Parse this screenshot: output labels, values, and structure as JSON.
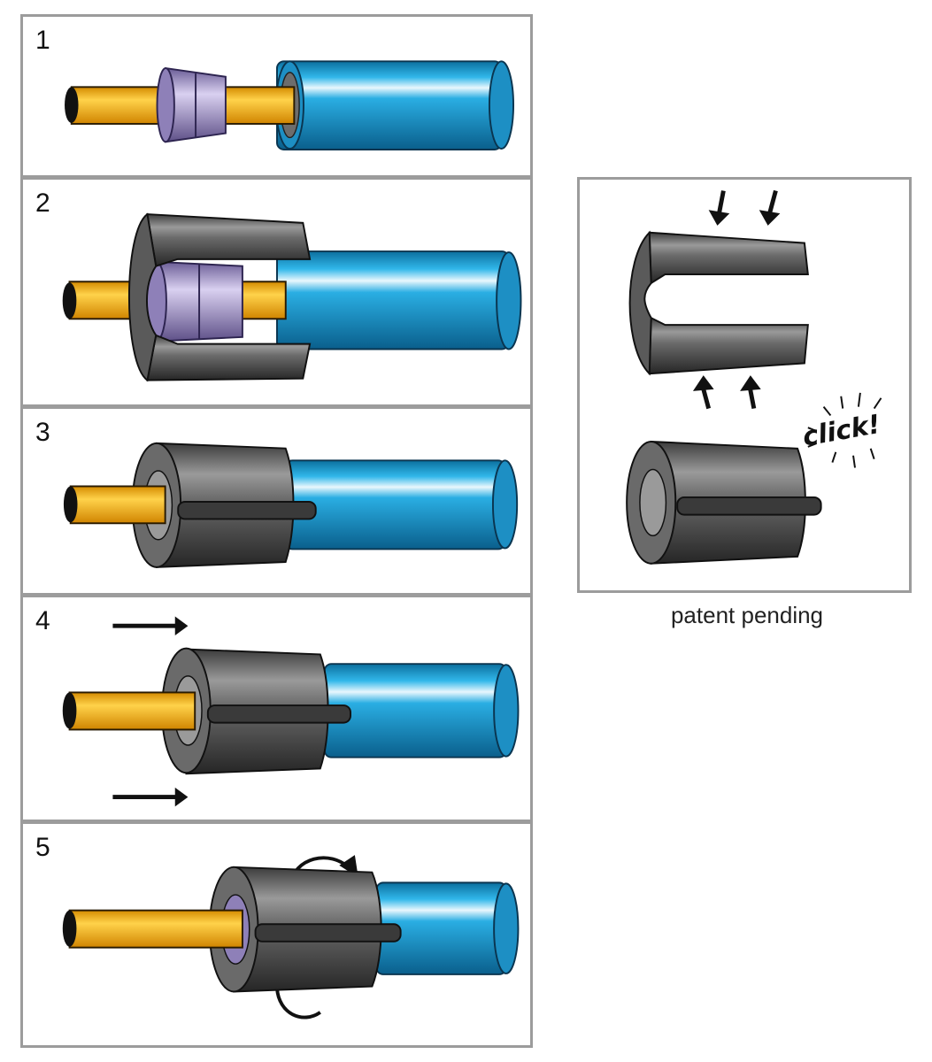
{
  "steps": [
    {
      "number": "1"
    },
    {
      "number": "2"
    },
    {
      "number": "3"
    },
    {
      "number": "4"
    },
    {
      "number": "5"
    }
  ],
  "side_panel": {
    "sound_word": "click!"
  },
  "caption": "patent pending",
  "colors": {
    "cable": "#f5b21c",
    "hose": "#1d9fd6",
    "sleeve": "#6e6e6e",
    "insert": "#a89ac9",
    "panel_border": "#9c9c9c"
  }
}
